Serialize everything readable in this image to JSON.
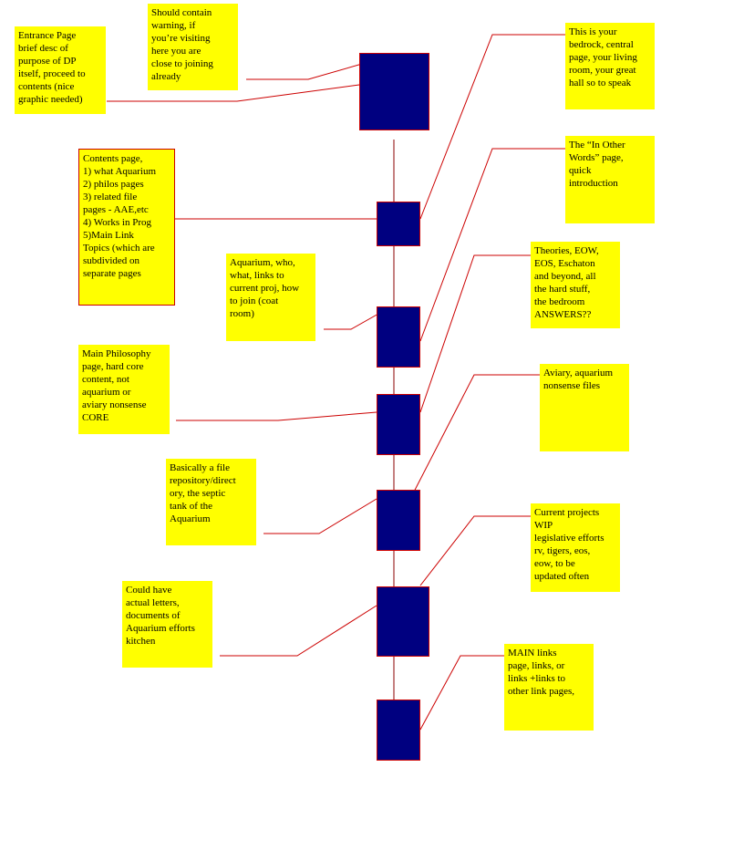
{
  "notes": {
    "warning": "Should contain\nwarning, if\nyou’re visiting\nhere you are\nclose to joining\nalready",
    "entrance": "Entrance Page\nbrief desc of\npurpose of DP\nitself, proceed to\ncontents (nice\ngraphic needed)",
    "contents": "Contents page,\n1) what Aquarium\n2)    philos pages\n3)    related file\npages - AAE,etc\n4) Works in Prog\n5)Main Link\nTopics (which are\nsubdivided on\nseparate pages",
    "aquarium": "Aquarium, who,\nwhat, links to\ncurrent proj, how\nto join (coat\nroom)",
    "philosophy": "Main Philosophy\npage, hard core\ncontent, not\naquarium or\naviary nonsense\nCORE",
    "repository": "Basically a file\nrepository/direct\nory, the septic\ntank of the\nAquarium",
    "letters": "Could have\nactual letters,\ndocuments of\nAquarium efforts\nkitchen",
    "bedrock": "This is your\nbedrock, central\npage, your living\nroom, your great\nhall so to speak",
    "in_other_words": "The “In Other\nWords” page,\nquick\nintroduction",
    "theories": "Theories, EOW,\nEOS, Eschaton\nand beyond, all\nthe hard stuff,\nthe bedroom\nANSWERS??",
    "aviary": "Aviary, aquarium\nnonsense files",
    "current_projects": "Current projects\nWIP\nlegislative efforts\nrv, tigers, eos,\neow, to be\nupdated often",
    "main_links": "MAIN links\npage, links, or\nlinks +links to\nother link pages,"
  },
  "colors": {
    "note": "#ffff00",
    "node": "#000080",
    "line": "#cc0000",
    "spine": "#8b0000"
  }
}
